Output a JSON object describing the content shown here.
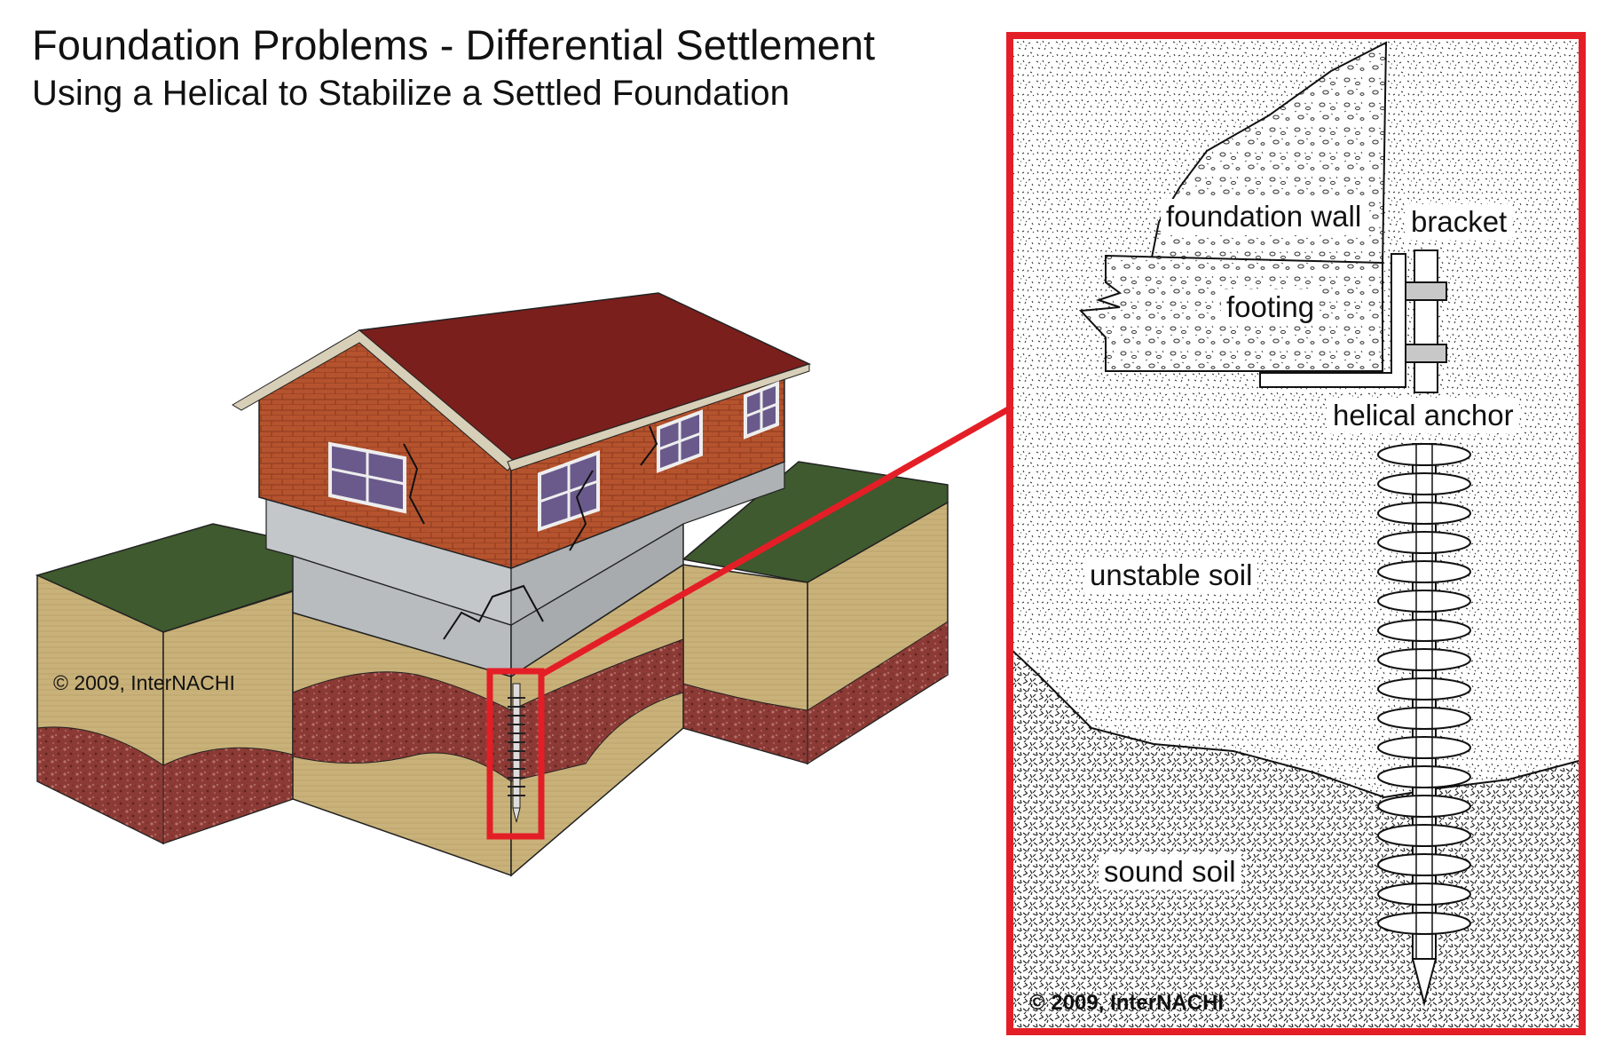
{
  "header": {
    "title": "Foundation Problems - Differential Settlement",
    "subtitle": "Using a Helical to Stabilize a Settled Foundation"
  },
  "illustration": {
    "credit": "© 2009, InterNACHI"
  },
  "detail": {
    "labels": {
      "foundation_wall": "foundation wall",
      "bracket": "bracket",
      "footing": "footing",
      "helical_anchor": "helical anchor",
      "unstable_soil": "unstable soil",
      "sound_soil": "sound soil"
    },
    "credit": "© 2009, InterNACHI"
  },
  "colors": {
    "highlight": "#e41e26",
    "roof": "#7a1f1c",
    "brick": "#b5532e",
    "grass": "#3f5a2e",
    "soil": "#c9b27a",
    "gravel": "#8c3a35",
    "concrete": "#b8bcbf",
    "window": "#6a5a8c"
  }
}
